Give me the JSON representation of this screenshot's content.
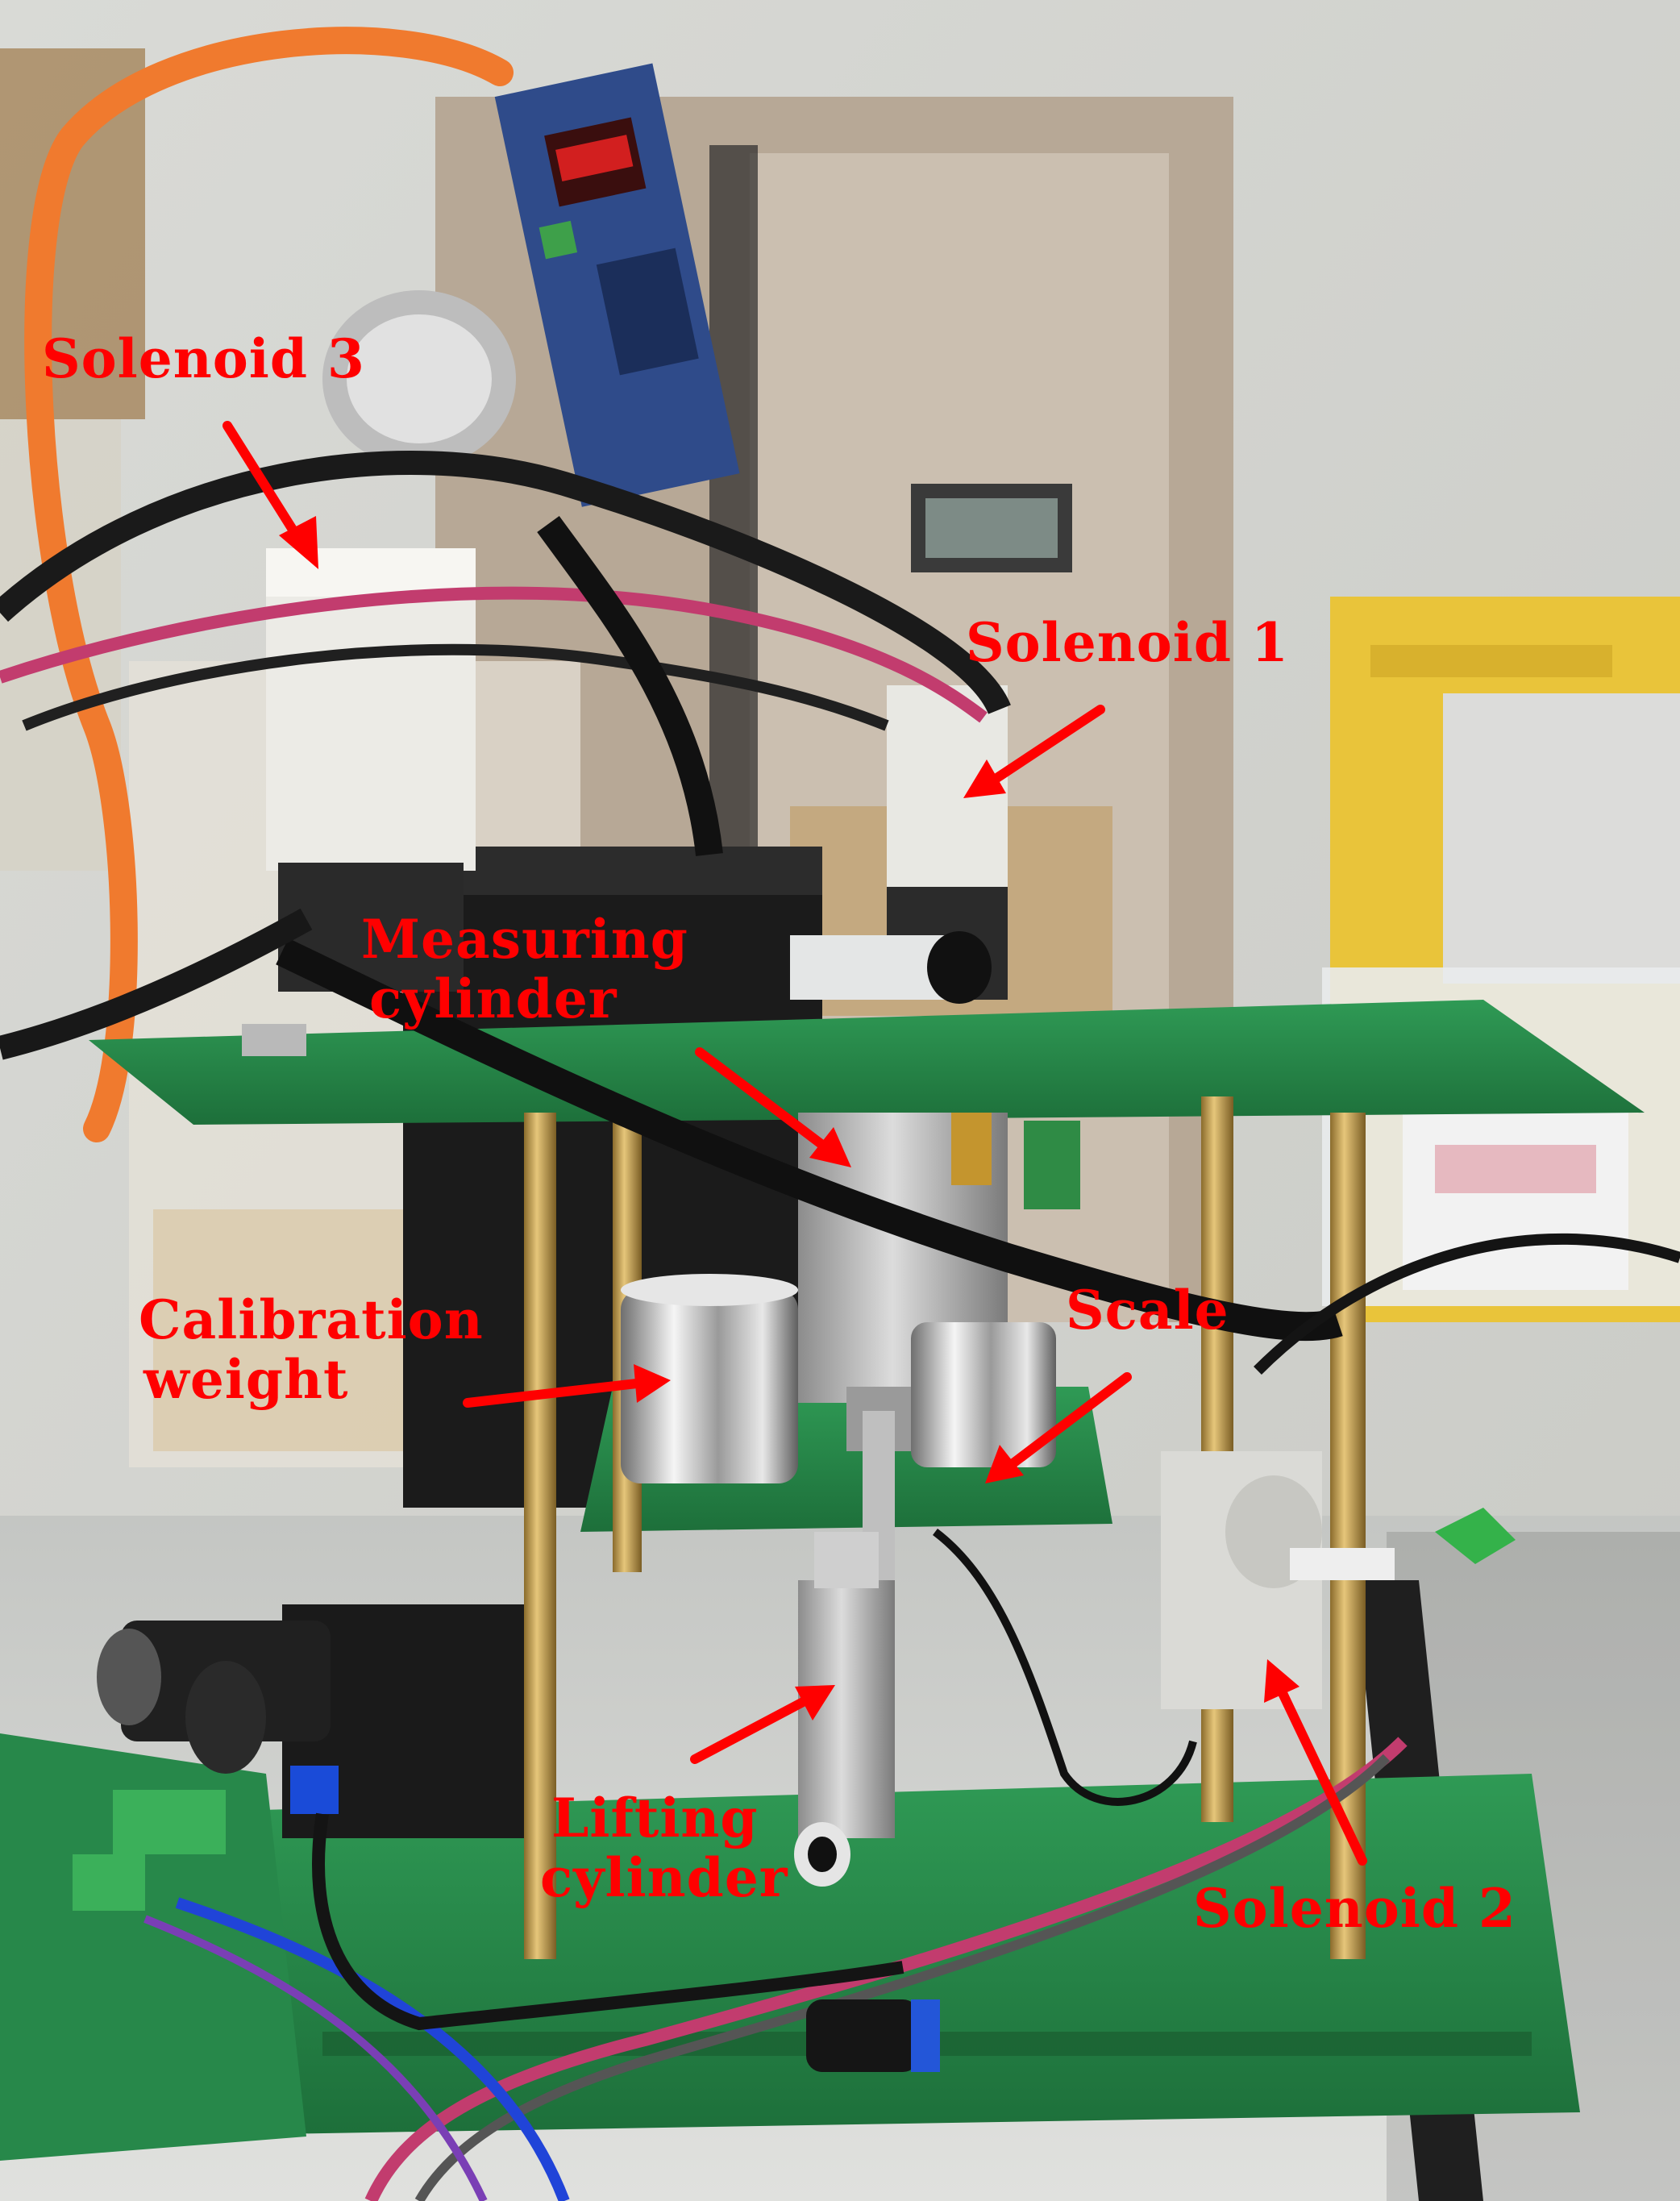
{
  "labels": {
    "solenoid3": "Solenoid 3",
    "solenoid1": "Solenoid 1",
    "measuring_line1": "Measuring",
    "measuring_line2": "cylinder",
    "calibration_line1": "Calibration",
    "calibration_line2": "weight",
    "scale": "Scale",
    "lifting_line1": "Lifting",
    "lifting_line2": "cylinder",
    "solenoid2": "Solenoid 2"
  },
  "colors": {
    "annotation": "#ff0000"
  }
}
